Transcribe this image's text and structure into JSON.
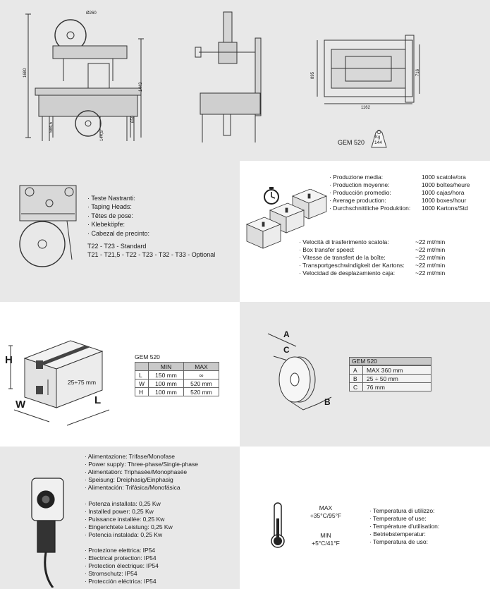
{
  "machine": {
    "model": "GEM 520",
    "weight_unit": "Kg",
    "weight": "144",
    "dims": {
      "d260": "Ø260",
      "h1680": "1680",
      "h1443": "1443",
      "h650": "650",
      "d584": "584,5",
      "d144": "144,5",
      "w895": "895",
      "w716": "716",
      "w1162": "1162"
    }
  },
  "taping_heads": {
    "labels": [
      "· Teste Nastranti:",
      "· Taping Heads:",
      "· Têtes de pose:",
      "· Klebeköpfe:",
      "· Cabezal de precinto:"
    ],
    "standard": "T22 - T23 - Standard",
    "optional": "T21 - T21,5 - T22 - T23 - T32 - T33 - Optional"
  },
  "production": {
    "rows": [
      {
        "label": "· Produzione media:",
        "value": "1000 scatole/ora"
      },
      {
        "label": "· Production moyenne:",
        "value": "1000 boîtes/heure"
      },
      {
        "label": "· Producción promedio:",
        "value": "1000 cajas/hora"
      },
      {
        "label": "· Average production:",
        "value": "1000 boxes/hour"
      },
      {
        "label": "· Durchschnittliche Produktion:",
        "value": "1000 Kartons/Std"
      }
    ]
  },
  "speed": {
    "rows": [
      {
        "label": "· Velocità di trasferimento scatola:",
        "value": "~22 mt/min"
      },
      {
        "label": "· Box transfer speed:",
        "value": "~22 mt/min"
      },
      {
        "label": "· Vitesse de transfert de la boîte:",
        "value": "~22 mt/min"
      },
      {
        "label": "· Transportgeschwindigkeit der Kartons:",
        "value": "~22 mt/min"
      },
      {
        "label": "· Velocidad de desplazamiento caja:",
        "value": "~22 mt/min"
      }
    ]
  },
  "box": {
    "label_h": "H",
    "label_w": "W",
    "label_l": "L",
    "range": "25÷75 mm",
    "table_title": "GEM 520",
    "headers": [
      "",
      "MIN",
      "MAX"
    ],
    "rows": [
      [
        "L",
        "150 mm",
        "∞"
      ],
      [
        "W",
        "100 mm",
        "520 mm"
      ],
      [
        "H",
        "100 mm",
        "520 mm"
      ]
    ]
  },
  "tape": {
    "label_a": "A",
    "label_b": "B",
    "label_c": "C",
    "table_title": "GEM 520",
    "rows": [
      [
        "A",
        "MAX 360 mm"
      ],
      [
        "B",
        "25 ÷ 50 mm"
      ],
      [
        "C",
        "76 mm"
      ]
    ]
  },
  "power": {
    "supply": [
      "· Alimentazione: Trifase/Monofase",
      "· Power supply: Three-phase/Single-phase",
      "· Alimentation: Triphasée/Monophasée",
      "· Speisung: Dreiphasig/Einphasig",
      "· Alimentación: Trifásica/Monofásica"
    ],
    "installed": [
      "· Potenza installata: 0,25 Kw",
      "· Installed power: 0,25 Kw",
      "· Puissance installée: 0,25 Kw",
      "· Eingerichtete Leistung: 0,25 Kw",
      "· Potencia instalada: 0,25 Kw"
    ],
    "protection": [
      "· Protezione elettrica: IP54",
      "· Electrical protection: IP54",
      "· Protection électrique: IP54",
      "· Stromschutz: IP54",
      "· Protección eléctrica: IP54"
    ]
  },
  "temperature": {
    "max_label": "MAX",
    "max_value": "+35°C/95°F",
    "min_label": "MIN",
    "min_value": "+5°C/41°F",
    "labels": [
      "· Temperatura di utilizzo:",
      "· Temperature of use:",
      "· Température d'utilisation:",
      "· Betriebstemperatur:",
      "· Temperatura de uso:"
    ]
  }
}
